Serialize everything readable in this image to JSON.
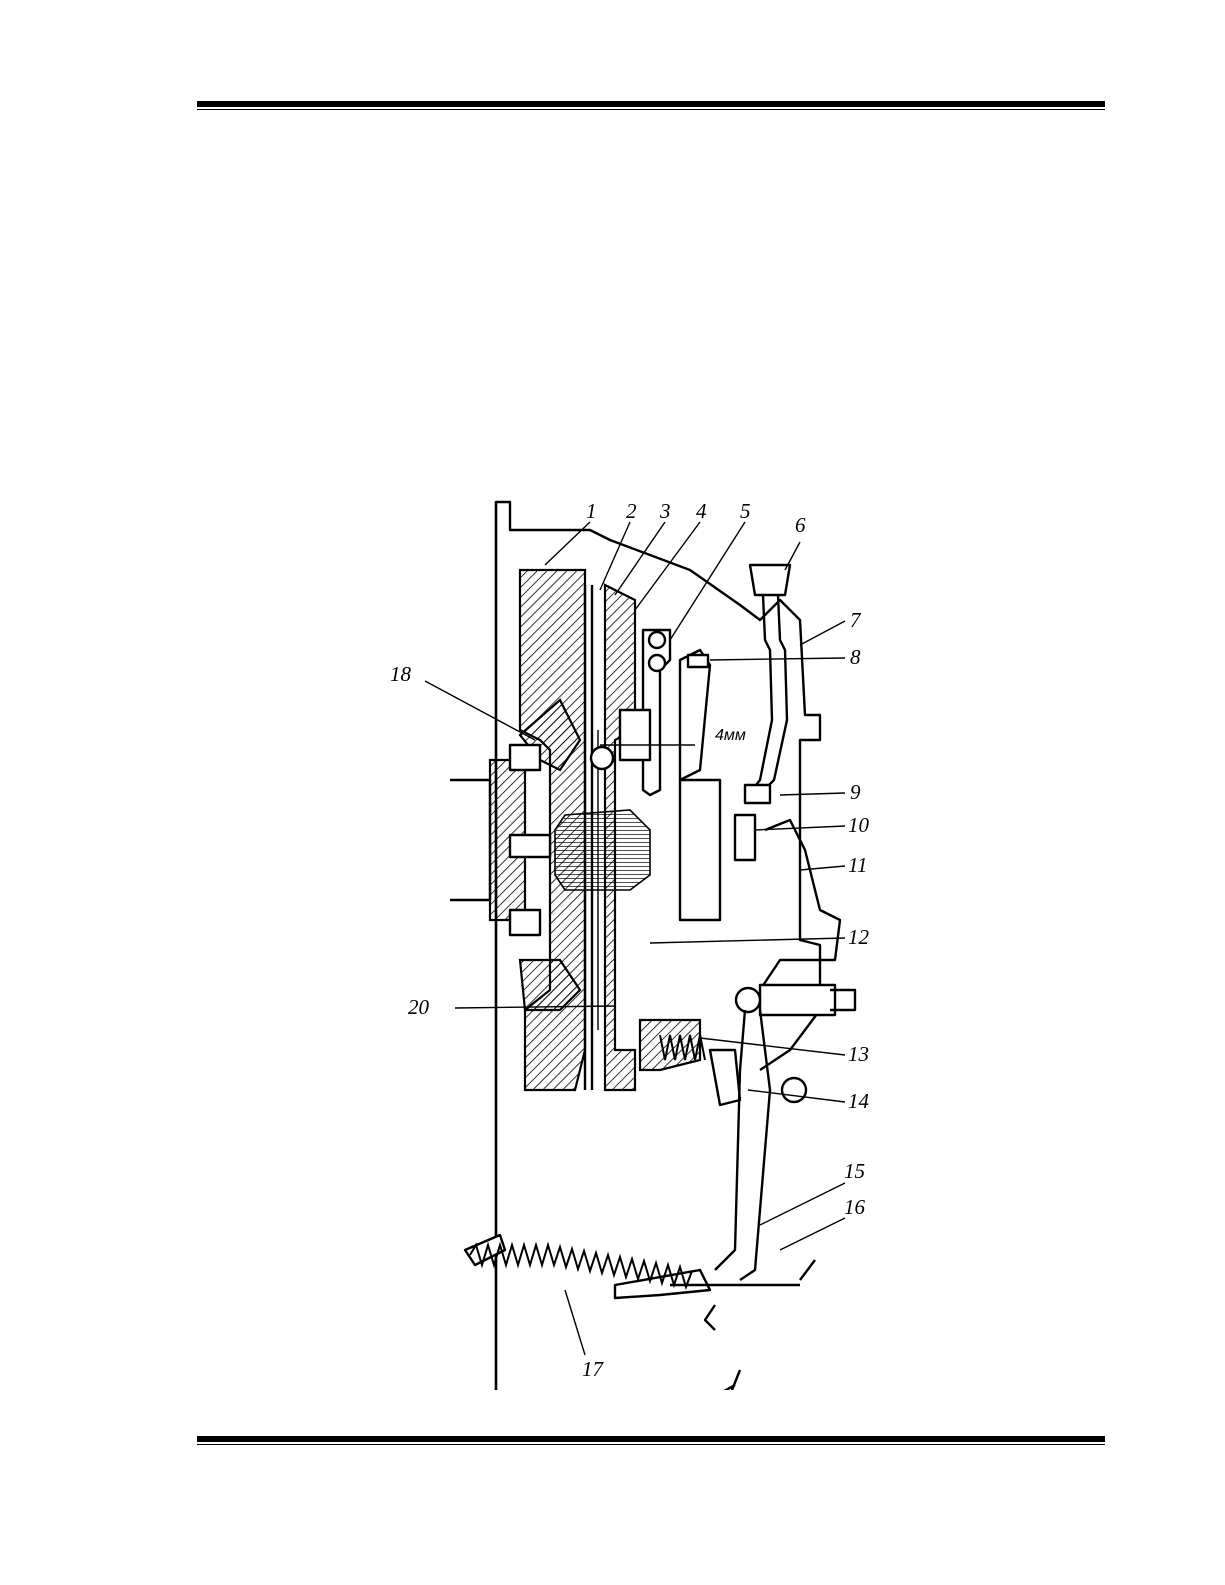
{
  "figure": {
    "labels": [
      {
        "id": "1",
        "text": "1"
      },
      {
        "id": "2",
        "text": "2"
      },
      {
        "id": "3",
        "text": "3"
      },
      {
        "id": "4",
        "text": "4"
      },
      {
        "id": "5",
        "text": "5"
      },
      {
        "id": "6",
        "text": "6"
      },
      {
        "id": "7",
        "text": "7"
      },
      {
        "id": "8",
        "text": "8"
      },
      {
        "id": "9",
        "text": "9"
      },
      {
        "id": "10",
        "text": "10"
      },
      {
        "id": "11",
        "text": "11"
      },
      {
        "id": "12",
        "text": "12"
      },
      {
        "id": "13",
        "text": "13"
      },
      {
        "id": "14",
        "text": "14"
      },
      {
        "id": "15",
        "text": "15"
      },
      {
        "id": "16",
        "text": "16"
      },
      {
        "id": "17",
        "text": "17"
      },
      {
        "id": "18",
        "text": "18"
      },
      {
        "id": "20",
        "text": "20"
      }
    ],
    "dimension": "4мм"
  }
}
